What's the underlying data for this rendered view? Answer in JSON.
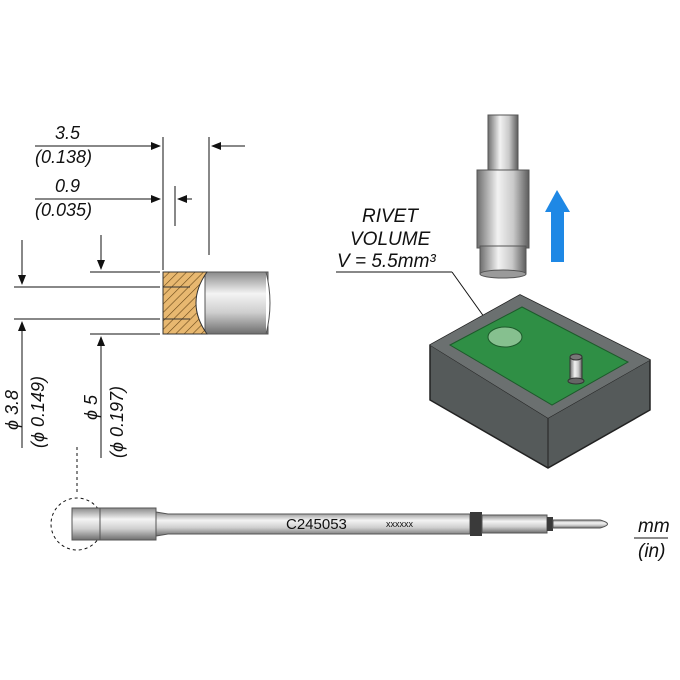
{
  "dimensions": {
    "width_top": {
      "mm": "3.5",
      "in": "(0.138)"
    },
    "width_tip": {
      "mm": "0.9",
      "in": "(0.035)"
    },
    "inner_diameter": {
      "mm": "ϕ 3.8",
      "in": "(ϕ 0.149)"
    },
    "outer_diameter": {
      "mm": "ϕ 5",
      "in": "(ϕ 0.197)"
    }
  },
  "rivet_label": {
    "line1": "RIVET",
    "line2": "VOLUME",
    "line3": "V = 5.5mm³"
  },
  "cartridge": {
    "part_code": "C245053",
    "serial": "xxxxxx"
  },
  "units": {
    "primary": "mm",
    "secondary": "(in)"
  },
  "colors": {
    "section_hatch": "#e8b870",
    "pcb_green": "#2f8f45",
    "housing_gray": "#555a5a",
    "arrow_blue": "#1e88e5"
  }
}
